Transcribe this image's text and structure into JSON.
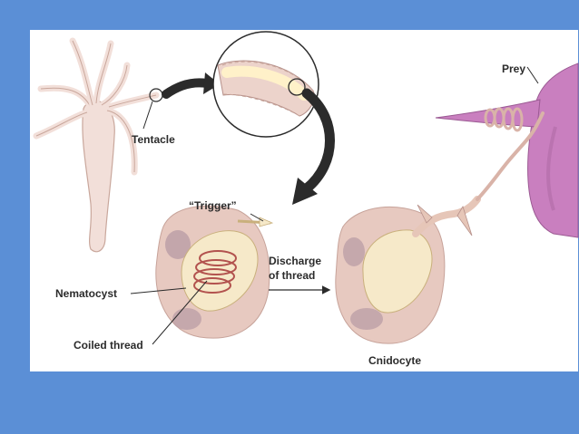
{
  "labels": {
    "tentacle": "Tentacle",
    "trigger": "“Trigger”",
    "discharge_line1": "Discharge",
    "discharge_line2": "of thread",
    "nematocyst": "Nematocyst",
    "coiled_thread": "Coiled thread",
    "cnidocyte": "Cnidocyte",
    "prey": "Prey"
  },
  "colors": {
    "background": "#5b8fd6",
    "panel": "#ffffff",
    "cell_body": "#e7c9c0",
    "cell_shadow": "#c7a39a",
    "nucleus": "#b79aa4",
    "capsule": "#f6e9c9",
    "coil": "#b2524e",
    "prey": "#c97fbf",
    "arrow": "#2b2b2b",
    "hydra": "#f2dfd9"
  }
}
